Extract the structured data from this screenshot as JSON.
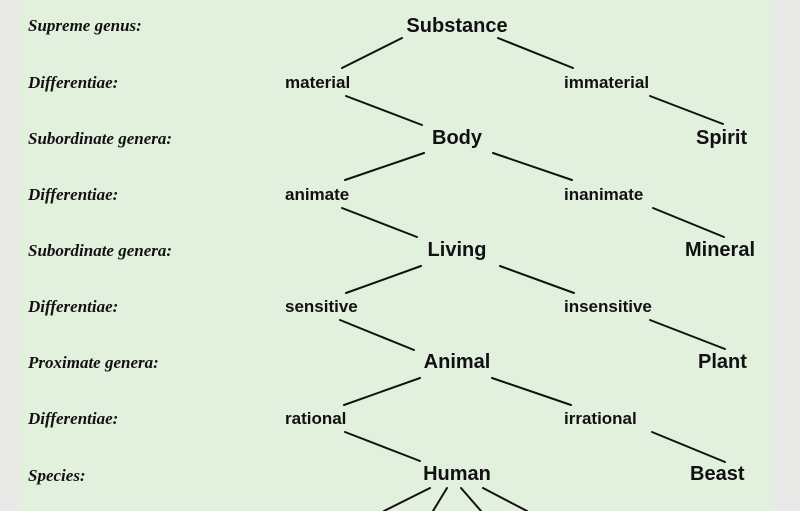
{
  "row_labels": {
    "r0": "Supreme genus:",
    "r1": "Differentiae:",
    "r2": "Subordinate genera:",
    "r3": "Differentiae:",
    "r4": "Subordinate genera:",
    "r5": "Differentiae:",
    "r6": "Proximate genera:",
    "r7": "Differentiae:",
    "r8": "Species:"
  },
  "nodes": {
    "substance": "Substance",
    "material": "material",
    "immaterial": "immaterial",
    "body": "Body",
    "spirit": "Spirit",
    "animate": "animate",
    "inanimate": "inanimate",
    "living": "Living",
    "mineral": "Mineral",
    "sensitive": "sensitive",
    "insensitive": "insensitive",
    "animal": "Animal",
    "plant": "Plant",
    "rational": "rational",
    "irrational": "irrational",
    "human": "Human",
    "beast": "Beast"
  },
  "colors": {
    "panel_background": "#e2f1de",
    "page_background": "#e9eae7",
    "text": "#111111",
    "lines": "#111111"
  }
}
